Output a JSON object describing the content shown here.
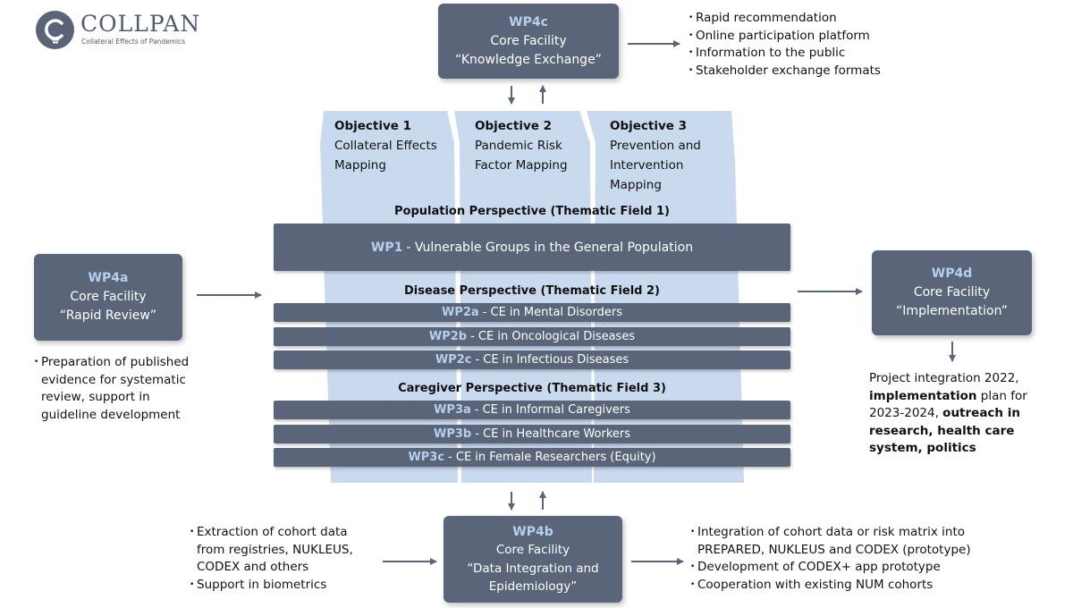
{
  "logo": {
    "title": "COLLPAN",
    "subtitle": "Collateral Effects of Pandemics",
    "icon": "lightbulb-c-icon",
    "color": "#4f5b72"
  },
  "colors": {
    "box_fill": "#5b6579",
    "wp_label": "#b6cfee",
    "column_fill": "#c9d9ee",
    "arrow": "#5b6579"
  },
  "wp4c": {
    "label": "WP4c",
    "lines": [
      "Core Facility",
      "“Knowledge Exchange”"
    ],
    "outputs": [
      "Rapid recommendation",
      "Online participation platform",
      "Information to the public",
      "Stakeholder exchange formats"
    ]
  },
  "objectives": [
    {
      "title": "Objective 1",
      "lines": [
        "Collateral Effects",
        "Mapping"
      ]
    },
    {
      "title": "Objective 2",
      "lines": [
        "Pandemic Risk",
        "Factor Mapping"
      ]
    },
    {
      "title": "Objective 3",
      "lines": [
        "Prevention and",
        "Intervention",
        "Mapping"
      ]
    }
  ],
  "perspectives": {
    "population": "Population Perspective (Thematic Field 1)",
    "disease": "Disease Perspective (Thematic Field 2)",
    "caregiver": "Caregiver Perspective (Thematic Field 3)"
  },
  "wps": {
    "wp1": {
      "label": "WP1",
      "text": "- Vulnerable Groups in the General Population"
    },
    "wp2a": {
      "label": "WP2a",
      "text": "- CE in Mental Disorders"
    },
    "wp2b": {
      "label": "WP2b",
      "text": "- CE in Oncological Diseases"
    },
    "wp2c": {
      "label": "WP2c",
      "text": "- CE in Infectious Diseases"
    },
    "wp3a": {
      "label": "WP3a",
      "text": "- CE in Informal Caregivers"
    },
    "wp3b": {
      "label": "WP3b",
      "text": "- CE in Healthcare Workers"
    },
    "wp3c": {
      "label": "WP3c",
      "text": "- CE in Female Researchers (Equity)"
    }
  },
  "wp4a": {
    "label": "WP4a",
    "lines": [
      "Core Facility",
      "“Rapid Review”"
    ],
    "note_lines": [
      "Preparation of published",
      "evidence for systematic",
      "review, support in",
      "guideline development"
    ]
  },
  "wp4d": {
    "label": "WP4d",
    "lines": [
      "Core Facility",
      "“Implementation”"
    ],
    "impl": {
      "p1": "Project integration 2022,",
      "p2": "implementation",
      "p3": " plan for",
      "p4": "2023-2024, ",
      "p5": "outreach in",
      "p6": "research, health care",
      "p7": "system, politics"
    }
  },
  "wp4b": {
    "label": "WP4b",
    "lines": [
      "Core Facility",
      "“Data Integration and",
      "Epidemiology”"
    ],
    "inputs": [
      {
        "lines": [
          "Extraction of cohort data",
          "from registries, NUKLEUS,",
          "CODEX and others"
        ]
      },
      {
        "lines": [
          "Support in biometrics"
        ]
      }
    ],
    "outputs": [
      {
        "lines": [
          "Integration of cohort data or risk matrix into",
          "PREPARED, NUKLEUS and CODEX (prototype)"
        ]
      },
      {
        "lines": [
          "Development of CODEX+ app prototype"
        ]
      },
      {
        "lines": [
          "Cooperation with existing NUM cohorts"
        ]
      }
    ]
  }
}
